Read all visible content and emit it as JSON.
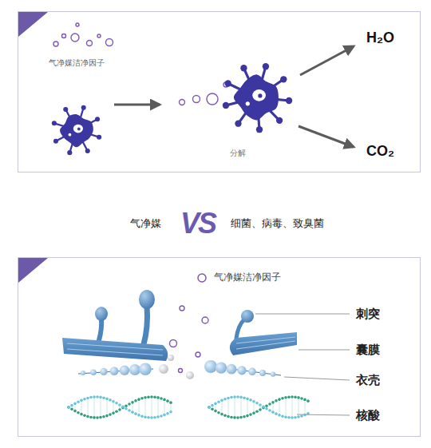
{
  "diagram": {
    "nodes": [
      {
        "text": [
          "气净媒洁净因子",
          "分解",
          "H₂O",
          "CO₂"
        ]
      },
      {
        "text": [
          "刺突",
          "囊膜",
          "衣壳",
          "核酸"
        ]
      }
    ],
    "labels": [
      "气净媒",
      "VS",
      "细菌、病毒、致臭菌"
    ],
    "legend": [
      {
        "text": "气净媒洁净因子"
      }
    ]
  }
}
